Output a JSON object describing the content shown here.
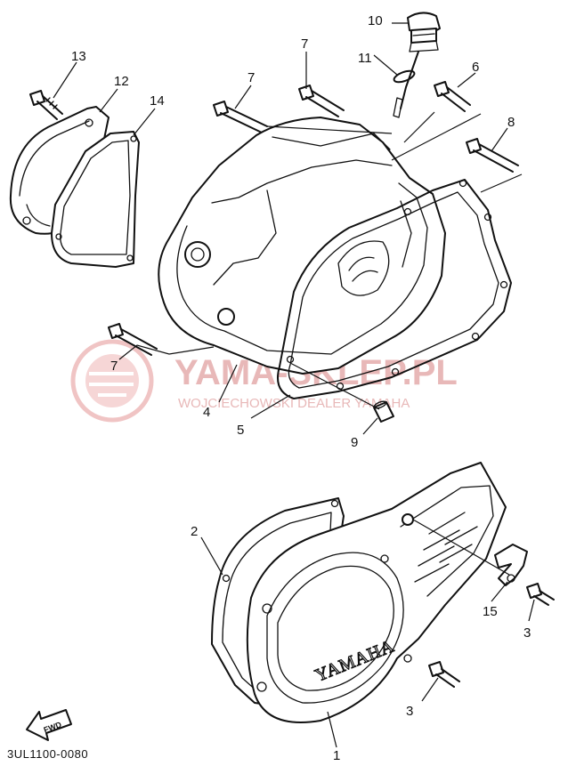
{
  "diagram": {
    "part_code": "3UL1100-0080",
    "fwd_label": "FWD",
    "cover_brand": "YAMAHA",
    "watermark": {
      "main": "YAMA-SKLEP.PL",
      "sub": "WOJCIECHOWSKI DEALER YAMAHA"
    },
    "callouts": {
      "c1": "1",
      "c2": "2",
      "c3a": "3",
      "c3b": "3",
      "c4": "4",
      "c5": "5",
      "c6": "6",
      "c7a": "7",
      "c7b": "7",
      "c7c": "7",
      "c8": "8",
      "c9": "9",
      "c10": "10",
      "c11": "11",
      "c12": "12",
      "c13": "13",
      "c14": "14",
      "c15": "15"
    }
  }
}
